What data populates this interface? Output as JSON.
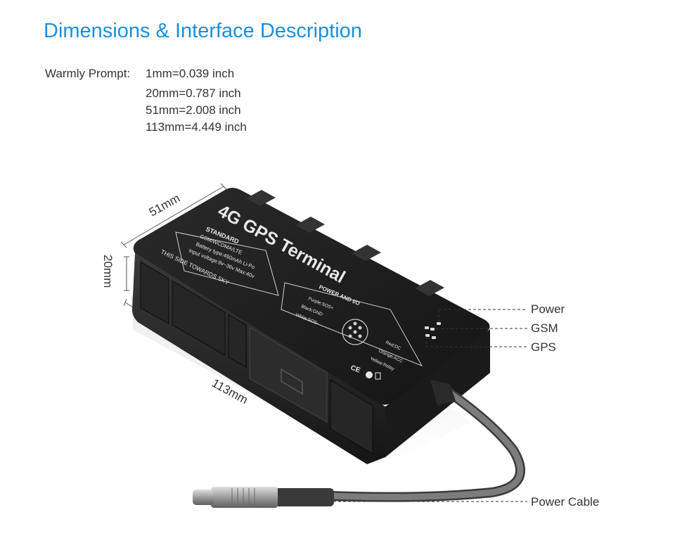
{
  "title": "Dimensions & Interface Description",
  "prompt": {
    "label": "Warmly Prompt:",
    "lines": [
      "1mm=0.039 inch",
      "20mm=0.787 inch",
      "51mm=2.008 inch",
      "113mm=4.449 inch"
    ]
  },
  "dimensions": {
    "width": "51mm",
    "height": "20mm",
    "length": "113mm"
  },
  "device": {
    "brand_label": "4G GPS Terminal",
    "standard": "STANDARD",
    "spec_lines": [
      "GSM/WCDMA/LTE",
      "Battery type:450mAh Li-Po",
      "Input voltage:9v~36v Max:40v"
    ],
    "orientation": "THIS SIDE  TOWARDS SKY",
    "power_io": "POWER AND I/O",
    "wires_left": [
      "Purple:SOS+",
      "Black:GND",
      "White:SOS-"
    ],
    "wires_right": [
      "Red:DC",
      "Orange:ACC",
      "Yellow:Relay"
    ],
    "cert": "CE"
  },
  "callouts": {
    "power": "Power",
    "gsm": "GSM",
    "gps": "GPS",
    "cable": "Power Cable"
  },
  "colors": {
    "title": "#1a8fe0",
    "body_text": "#333333",
    "device_body": "#1c1c1c"
  }
}
